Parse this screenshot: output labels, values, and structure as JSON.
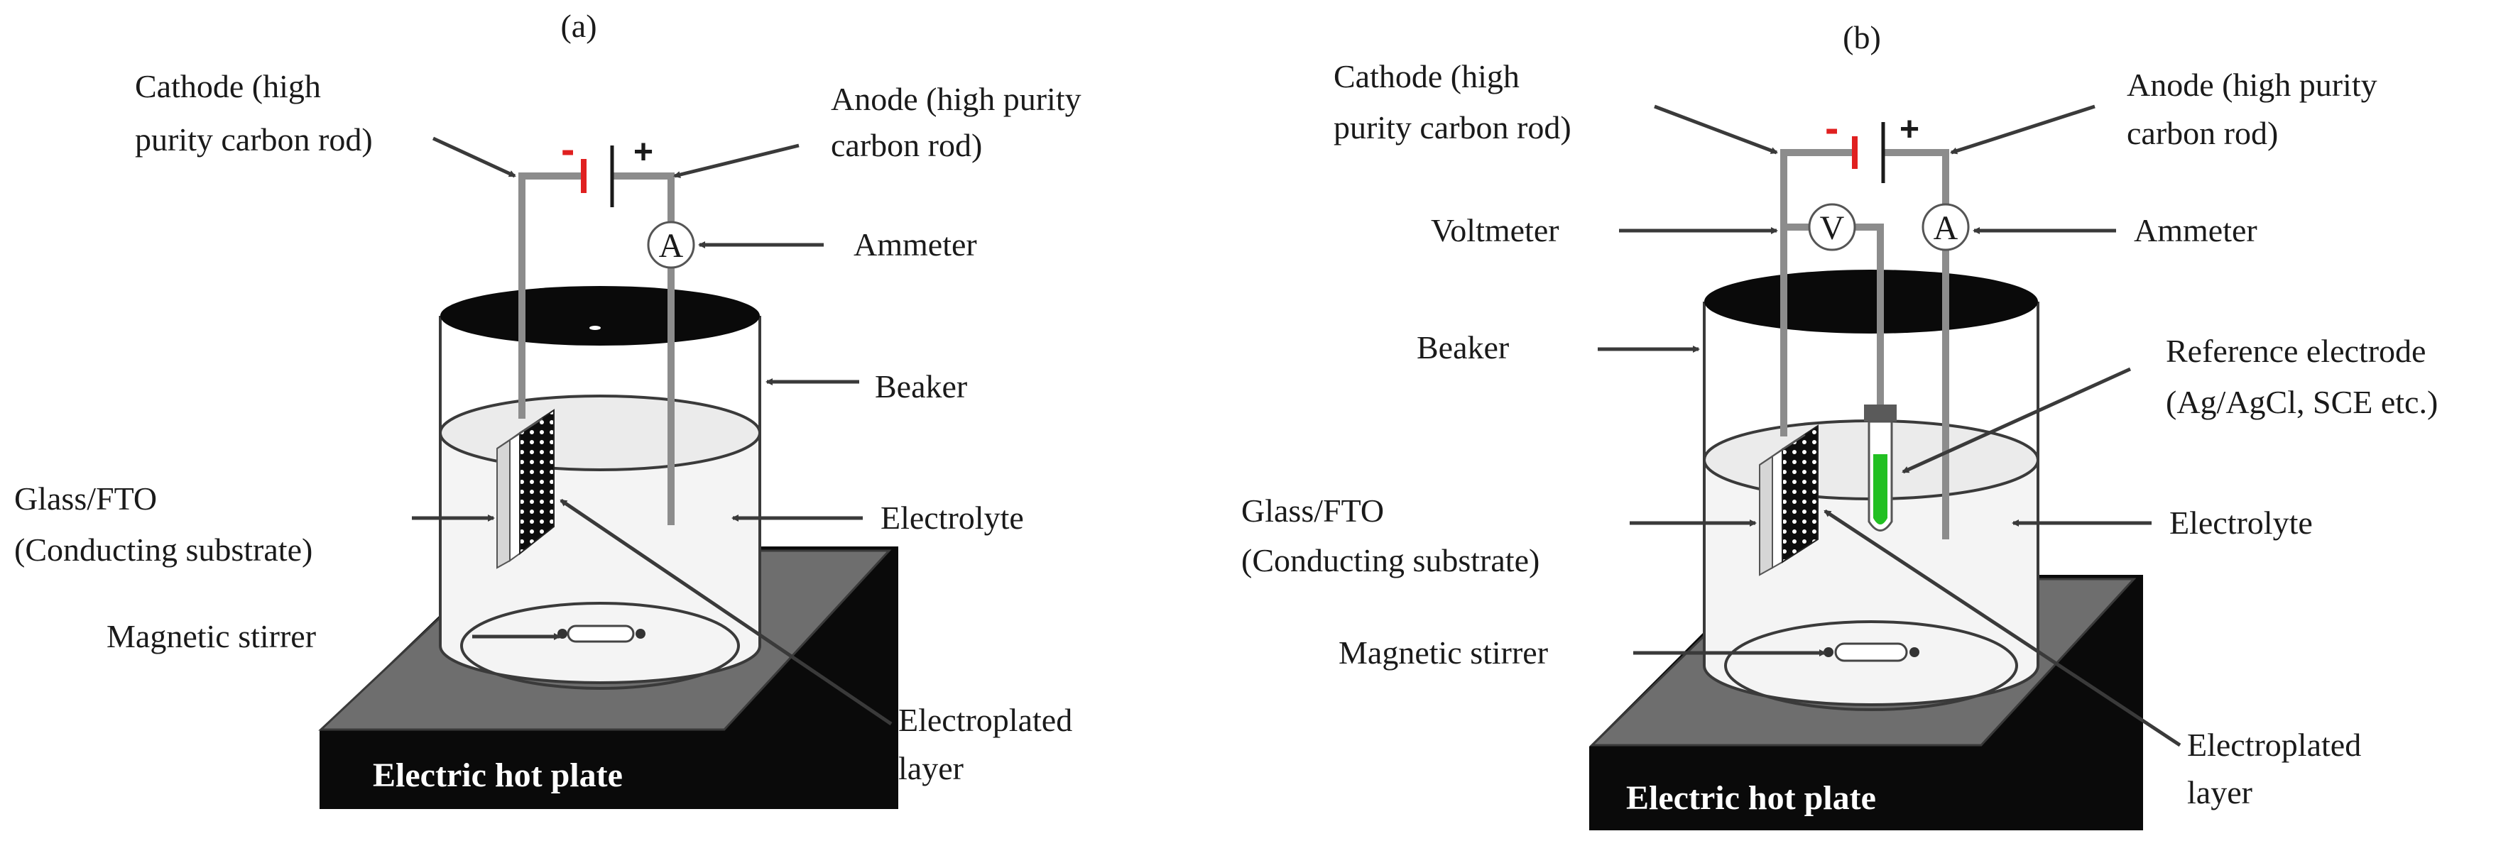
{
  "panels": [
    {
      "id": "a",
      "caption": "(a)",
      "cathode_lines": [
        "Cathode (high",
        "purity carbon rod)"
      ],
      "anode_lines": [
        "Anode (high purity",
        "carbon rod)"
      ],
      "neg_sign": "-",
      "pos_sign": "+",
      "ammeter_symbol": "A",
      "ammeter_label": "Ammeter",
      "beaker_label": "Beaker",
      "glass_lines": [
        "Glass/FTO",
        "(Conducting substrate)"
      ],
      "electrolyte_label": "Electrolyte",
      "stirrer_label": "Magnetic stirrer",
      "plated_lines": [
        "Electroplated",
        "layer"
      ],
      "plate_label": "Electric hot plate"
    },
    {
      "id": "b",
      "caption": "(b)",
      "cathode_lines": [
        "Cathode (high",
        "purity carbon rod)"
      ],
      "anode_lines": [
        "Anode (high purity",
        "carbon rod)"
      ],
      "neg_sign": "-",
      "pos_sign": "+",
      "voltmeter_symbol": "V",
      "voltmeter_label": "Voltmeter",
      "ammeter_symbol": "A",
      "ammeter_label": "Ammeter",
      "beaker_label": "Beaker",
      "reference_lines": [
        "Reference electrode",
        "(Ag/AgCl, SCE etc.)"
      ],
      "glass_lines": [
        "Glass/FTO",
        "(Conducting substrate)"
      ],
      "electrolyte_label": "Electrolyte",
      "stirrer_label": "Magnetic stirrer",
      "plated_lines": [
        "Electroplated",
        "layer"
      ],
      "plate_label": "Electric hot plate"
    }
  ],
  "colors": {
    "wire": "#8c8c8c",
    "negative": "#e02020",
    "reference_fill": "#22c022",
    "plate_top": "#6e6e6e",
    "plate_side": "#0a0a0a",
    "lid": "#0a0a0a",
    "beaker_fill": "#f4f4f4"
  }
}
